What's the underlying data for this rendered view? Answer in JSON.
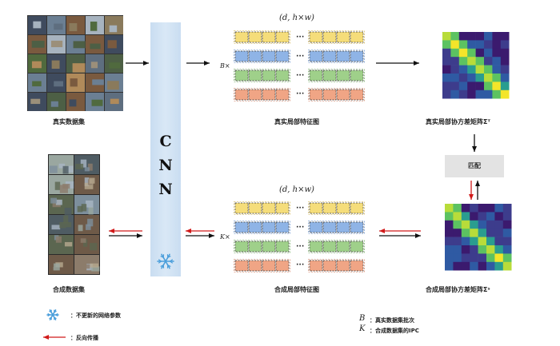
{
  "labels": {
    "real_dataset": "真实数据集",
    "synthetic_dataset": "合成数据集",
    "real_feature_map": "真实局部特征图",
    "synthetic_feature_map": "合成局部特征图",
    "real_cov_matrix": "真实局部协方差矩阵Σᵀ",
    "synthetic_cov_matrix": "合成局部协方差矩阵Σˢ",
    "match": "匹配",
    "cnn_letters": [
      "C",
      "N",
      "N"
    ],
    "dim_top": "(d, h×w)",
    "dim_bottom": "(d, h×w)",
    "batch_top": "B×",
    "batch_bottom": "K×",
    "ellipsis": "···"
  },
  "legend": {
    "frozen_text": "：不更新的网络参数",
    "backprop_text": "：反向传播",
    "b_symbol": "B",
    "b_text": "：真实数据集批次",
    "k_symbol": "K",
    "k_text": "：合成数据集的IPC"
  },
  "colors": {
    "row_fills": [
      "#f5dd7a",
      "#8fb4e6",
      "#9fd08a",
      "#f0a585"
    ],
    "row_borders": [
      "#c9a93a",
      "#4f7fc4",
      "#5a9e49",
      "#cc6e4b"
    ],
    "backprop": "#d11a1a",
    "cnn_fill": "#d3e4f5",
    "snowflake": "#4a9edb",
    "matrix_palette": [
      "#3b1a6e",
      "#3d3c8c",
      "#2f5aa3",
      "#2a9d8f",
      "#5cc261",
      "#b8dc3a",
      "#f3e52a"
    ]
  },
  "icons": {
    "snowflake": "snowflake-icon",
    "backprop_arrow": "red-arrow-icon"
  }
}
